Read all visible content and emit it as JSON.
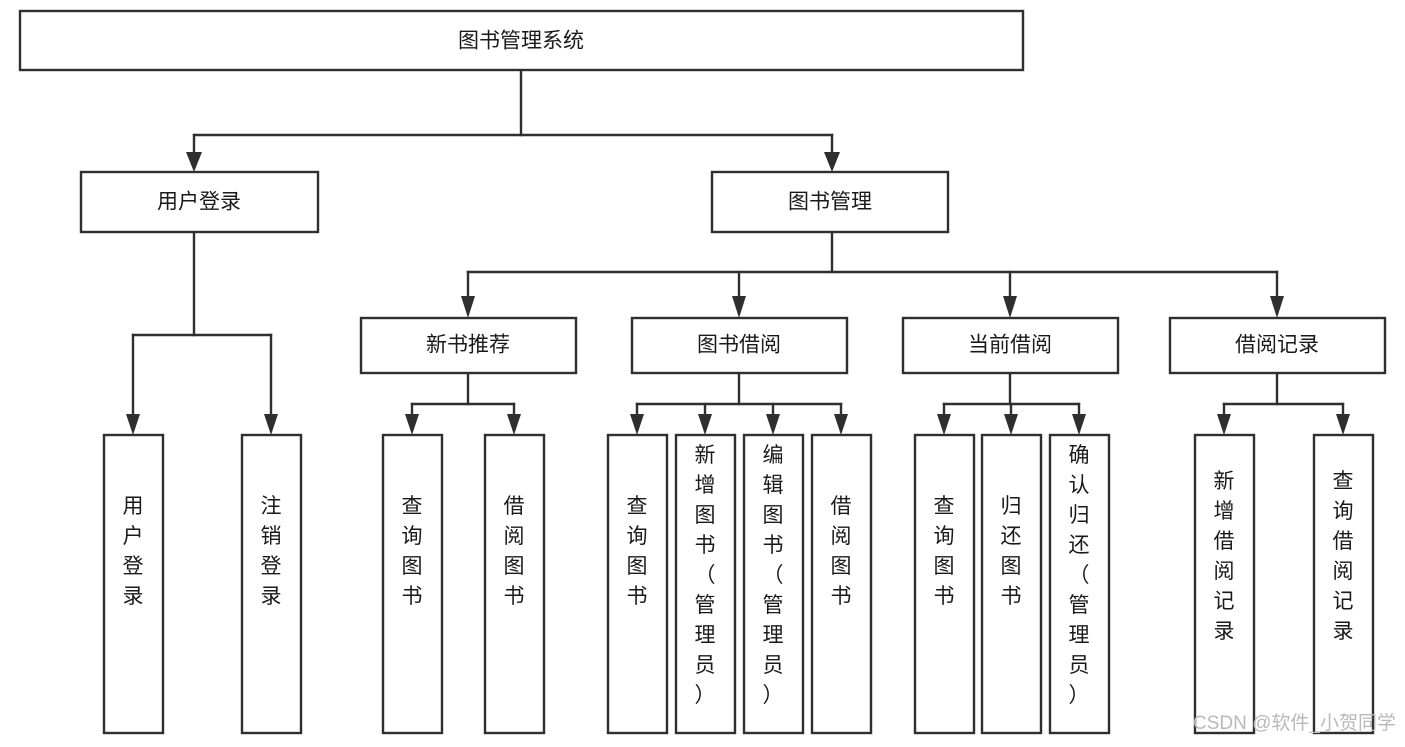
{
  "diagram": {
    "type": "tree-hierarchy",
    "title": "图书管理系统",
    "orientation": "top-down",
    "watermark": "CSDN @软件_小贺同学",
    "colors": {
      "background": "#ffffff",
      "box_fill": "#ffffff",
      "box_stroke": "#2f2f2f",
      "connector": "#2f2f2f",
      "text": "#1a1a1a",
      "watermark": "#b9b9b9"
    },
    "levels": [
      {
        "level": 0,
        "nodes": [
          {
            "id": "root",
            "label": "图书管理系统",
            "text_orientation": "horizontal"
          }
        ]
      },
      {
        "level": 1,
        "nodes": [
          {
            "id": "user-login",
            "label": "用户登录",
            "parent": "root",
            "text_orientation": "horizontal"
          },
          {
            "id": "book-manage",
            "label": "图书管理",
            "parent": "root",
            "text_orientation": "horizontal"
          }
        ]
      },
      {
        "level": 2,
        "nodes": [
          {
            "id": "new-book-rec",
            "label": "新书推荐",
            "parent": "book-manage",
            "text_orientation": "horizontal"
          },
          {
            "id": "book-borrow",
            "label": "图书借阅",
            "parent": "book-manage",
            "text_orientation": "horizontal"
          },
          {
            "id": "current-borrow",
            "label": "当前借阅",
            "parent": "book-manage",
            "text_orientation": "horizontal"
          },
          {
            "id": "borrow-record",
            "label": "借阅记录",
            "parent": "book-manage",
            "text_orientation": "horizontal"
          }
        ]
      },
      {
        "level": 3,
        "nodes": [
          {
            "id": "leaf-user-login",
            "label": "用户登录",
            "parent": "user-login",
            "text_orientation": "vertical"
          },
          {
            "id": "leaf-logout-login",
            "label": "注销登录",
            "parent": "user-login",
            "text_orientation": "vertical"
          },
          {
            "id": "leaf-query-book-1",
            "label": "查询图书",
            "parent": "new-book-rec",
            "text_orientation": "vertical"
          },
          {
            "id": "leaf-borrow-book-1",
            "label": "借阅图书",
            "parent": "new-book-rec",
            "text_orientation": "vertical"
          },
          {
            "id": "leaf-query-book-2",
            "label": "查询图书",
            "parent": "book-borrow",
            "text_orientation": "vertical"
          },
          {
            "id": "leaf-add-book",
            "label": "新增图书（管理员）",
            "parent": "book-borrow",
            "text_orientation": "vertical"
          },
          {
            "id": "leaf-edit-book",
            "label": "编辑图书（管理员）",
            "parent": "book-borrow",
            "text_orientation": "vertical"
          },
          {
            "id": "leaf-borrow-book-2",
            "label": "借阅图书",
            "parent": "book-borrow",
            "text_orientation": "vertical"
          },
          {
            "id": "leaf-query-book-3",
            "label": "查询图书",
            "parent": "current-borrow",
            "text_orientation": "vertical"
          },
          {
            "id": "leaf-return-book",
            "label": "归还图书",
            "parent": "current-borrow",
            "text_orientation": "vertical"
          },
          {
            "id": "leaf-confirm-return",
            "label": "确认归还（管理员）",
            "parent": "current-borrow",
            "text_orientation": "vertical"
          },
          {
            "id": "leaf-add-record",
            "label": "新增借阅记录",
            "parent": "borrow-record",
            "text_orientation": "vertical"
          },
          {
            "id": "leaf-query-record",
            "label": "查询借阅记录",
            "parent": "borrow-record",
            "text_orientation": "vertical"
          }
        ]
      }
    ]
  }
}
